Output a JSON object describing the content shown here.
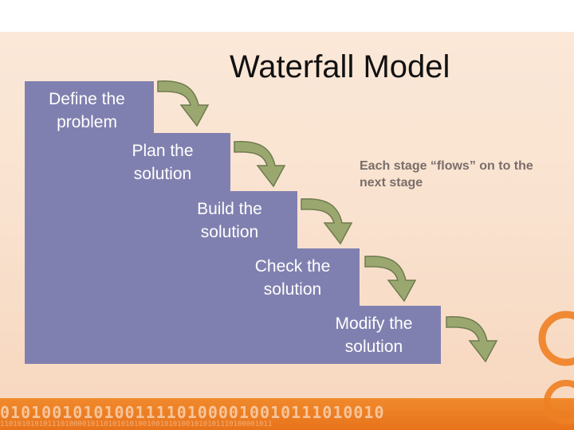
{
  "title": "Waterfall Model",
  "stages": [
    {
      "label_line1": "Define the",
      "label_line2": "problem"
    },
    {
      "label_line1": "Plan the",
      "label_line2": "solution"
    },
    {
      "label_line1": "Build the",
      "label_line2": "solution"
    },
    {
      "label_line1": "Check the",
      "label_line2": "solution"
    },
    {
      "label_line1": "Modify the",
      "label_line2": "solution"
    }
  ],
  "note": "Each stage “flows” on to the next stage",
  "decoration": {
    "binary_main": "0101001010100111101000010010111010010",
    "binary_small": "110101010101110100001011010101010010010101001010101110100001011"
  },
  "colors": {
    "stair_fill": "#8080b0",
    "arrow_fill": "#9aa870",
    "accent_orange": "#ee7f22"
  }
}
